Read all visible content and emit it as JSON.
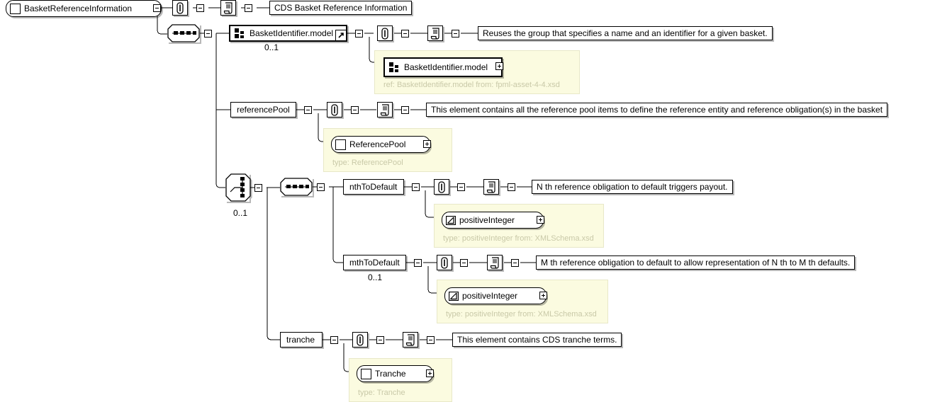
{
  "diagram": {
    "title": "BasketReferenceInformation",
    "type": "xsd-schema-tree",
    "root": {
      "name": "BasketReferenceInformation",
      "icon": "element-icon",
      "documentation": "CDS Basket Reference Information"
    },
    "nodes": [
      {
        "id": "root-sequence",
        "kind": "sequence-group",
        "icon": "sequence-icon"
      },
      {
        "id": "basketidentifier-model",
        "kind": "model-group-ref",
        "label": "BasketIdentifier.model",
        "icon": "model-group-icon",
        "cardinality": "0..1",
        "documentation": "Reuses the group that specifies a name and an identifier for a given basket.",
        "reference": {
          "label": "BasketIdentifier.model",
          "icon": "model-group-icon",
          "note": "ref: BasketIdentifier.model from: fpml-asset-4-4.xsd"
        }
      },
      {
        "id": "reference-pool",
        "kind": "element",
        "label": "referencePool",
        "documentation": "This element contains all the reference pool items to define the reference entity and reference obligation(s) in the basket",
        "reference": {
          "label": "ReferencePool",
          "icon": "complex-type-icon",
          "note": "type: ReferencePool"
        }
      },
      {
        "id": "choice-group",
        "kind": "choice-group",
        "icon": "choice-icon",
        "cardinality": "0..1"
      },
      {
        "id": "inner-sequence",
        "kind": "sequence-group",
        "icon": "sequence-icon"
      },
      {
        "id": "nth-to-default",
        "kind": "element",
        "label": "nthToDefault",
        "documentation": "N th reference obligation to default triggers payout.",
        "reference": {
          "label": "positiveInteger",
          "icon": "simple-type-icon",
          "note": "type: positiveInteger from: XMLSchema.xsd"
        }
      },
      {
        "id": "mth-to-default",
        "kind": "element",
        "label": "mthToDefault",
        "cardinality": "0..1",
        "documentation": "M th reference obligation to default to allow representation of N th to M th defaults.",
        "reference": {
          "label": "positiveInteger",
          "icon": "simple-type-icon",
          "note": "type: positiveInteger from: XMLSchema.xsd"
        }
      },
      {
        "id": "tranche",
        "kind": "element",
        "label": "tranche",
        "documentation": "This element contains CDS tranche terms.",
        "reference": {
          "label": "Tranche",
          "icon": "complex-type-icon",
          "note": "type: Tranche"
        }
      }
    ],
    "colors": {
      "background": "#ffffff",
      "line": "#000000",
      "reference_panel_fill": "#fbfbe0",
      "reference_panel_border": "#e8e8c8",
      "reference_note_text": "#c9c9a8",
      "shadow": "rgba(0,0,0,0.28)"
    },
    "icons": {
      "annotation": "paperclip-icon",
      "documentation": "scroll-icon",
      "expand": "plus-toggle-icon",
      "collapse": "minus-toggle-icon",
      "link": "link-arrow-icon"
    }
  }
}
